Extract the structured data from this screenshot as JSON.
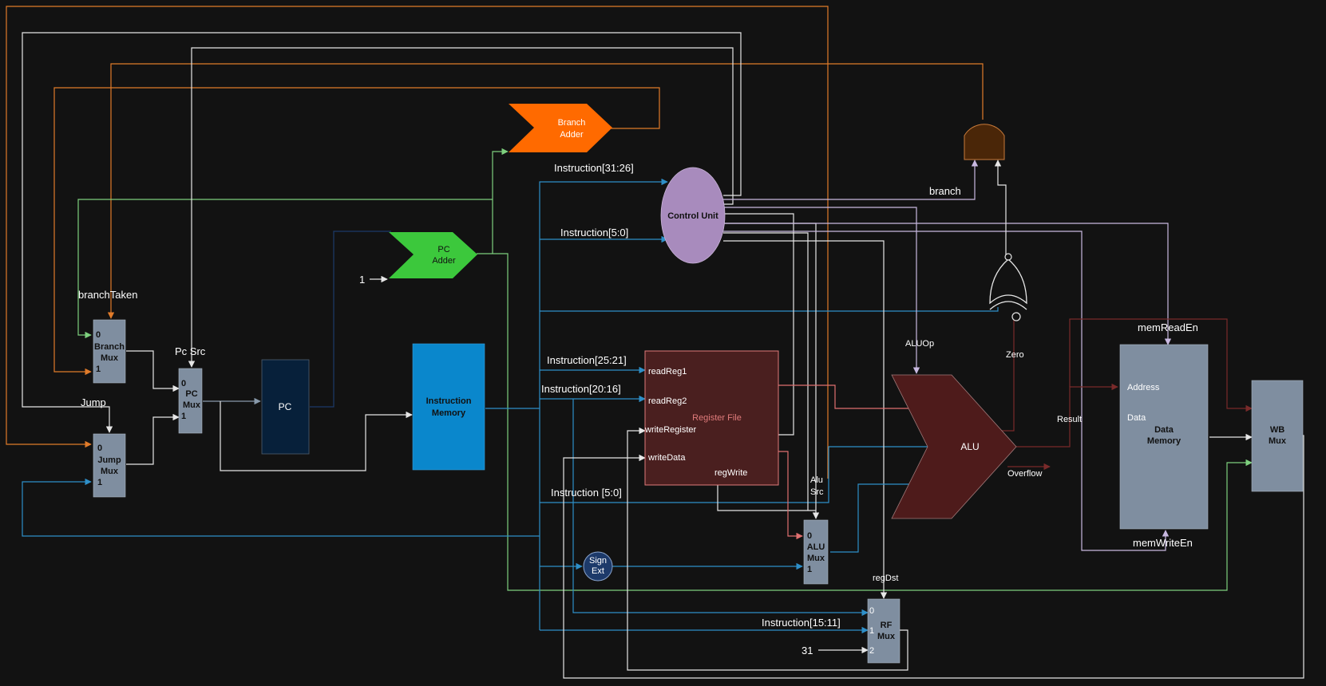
{
  "diagram": {
    "components": {
      "branch_mux": {
        "l0": "0",
        "name1": "Branch",
        "name2": "Mux",
        "l1": "1"
      },
      "pc_mux": {
        "l0": "0",
        "name1": "PC",
        "name2": "Mux",
        "l1": "1"
      },
      "jump_mux": {
        "l0": "0",
        "name1": "Jump",
        "name2": "Mux",
        "l1": "1"
      },
      "pc": {
        "name": "PC"
      },
      "pc_adder": {
        "name1": "PC",
        "name2": "Adder"
      },
      "branch_adder": {
        "name1": "Branch",
        "name2": "Adder"
      },
      "instruction_memory": {
        "name1": "Instruction",
        "name2": "Memory"
      },
      "control_unit": {
        "name": "Control Unit"
      },
      "register_file": {
        "name": "Register File",
        "ports": [
          "readReg1",
          "readReg2",
          "writeRegister",
          "writeData",
          "regWrite"
        ]
      },
      "alu": {
        "name": "ALU"
      },
      "alu_mux": {
        "l0": "0",
        "name1": "ALU",
        "name2": "Mux",
        "l1": "1"
      },
      "sign_ext": {
        "name1": "Sign",
        "name2": "Ext"
      },
      "rf_mux": {
        "l0": "0",
        "l1": "1",
        "l2": "2",
        "name1": "RF",
        "name2": "Mux"
      },
      "data_memory": {
        "address": "Address",
        "data": "Data",
        "name1": "Data",
        "name2": "Memory"
      },
      "wb_mux": {
        "name1": "WB",
        "name2": "Mux"
      }
    },
    "signals": {
      "branchTaken": "branchTaken",
      "pc_src": "Pc Src",
      "jump": "Jump",
      "const_one": "1",
      "instr_31_26": "Instruction[31:26]",
      "instr_5_0_top": "Instruction[5:0]",
      "instr_25_21": "Instruction[25:21]",
      "instr_20_16": "Instruction[20:16]",
      "instr_5_0_bottom": "Instruction [5:0]",
      "instr_15_11": "Instruction[15:11]",
      "const_31": "31",
      "branch": "branch",
      "aluop": "ALUOp",
      "zero": "Zero",
      "alu_src_1": "Alu",
      "alu_src_2": "Src",
      "overflow": "Overflow",
      "result": "Result",
      "mem_read_en": "memReadEn",
      "mem_write_en": "memWriteEn",
      "reg_dst": "regDst"
    },
    "colors": {
      "background": "#121212",
      "mux": "#7f8ea0",
      "pc_block": "#07203a",
      "pc_adder": "#3cc83c",
      "branch_adder": "#ff6a00",
      "instruction_memory": "#0a87cc",
      "control_unit": "#a88bbd",
      "register_file": "#4a1f1f",
      "register_file_border": "#e07b7b",
      "alu": "#4e1b1b",
      "and_gate": "#4a2608",
      "sign_ext": "#1d3a6a",
      "wire_orange": "#e07b2a",
      "wire_green": "#7ed07e",
      "wire_blue": "#2e8fc8",
      "wire_white": "#e6e6e6",
      "wire_lavender": "#c8b8e0",
      "wire_red": "#e07070",
      "wire_darkred": "#7a2a2a"
    }
  }
}
